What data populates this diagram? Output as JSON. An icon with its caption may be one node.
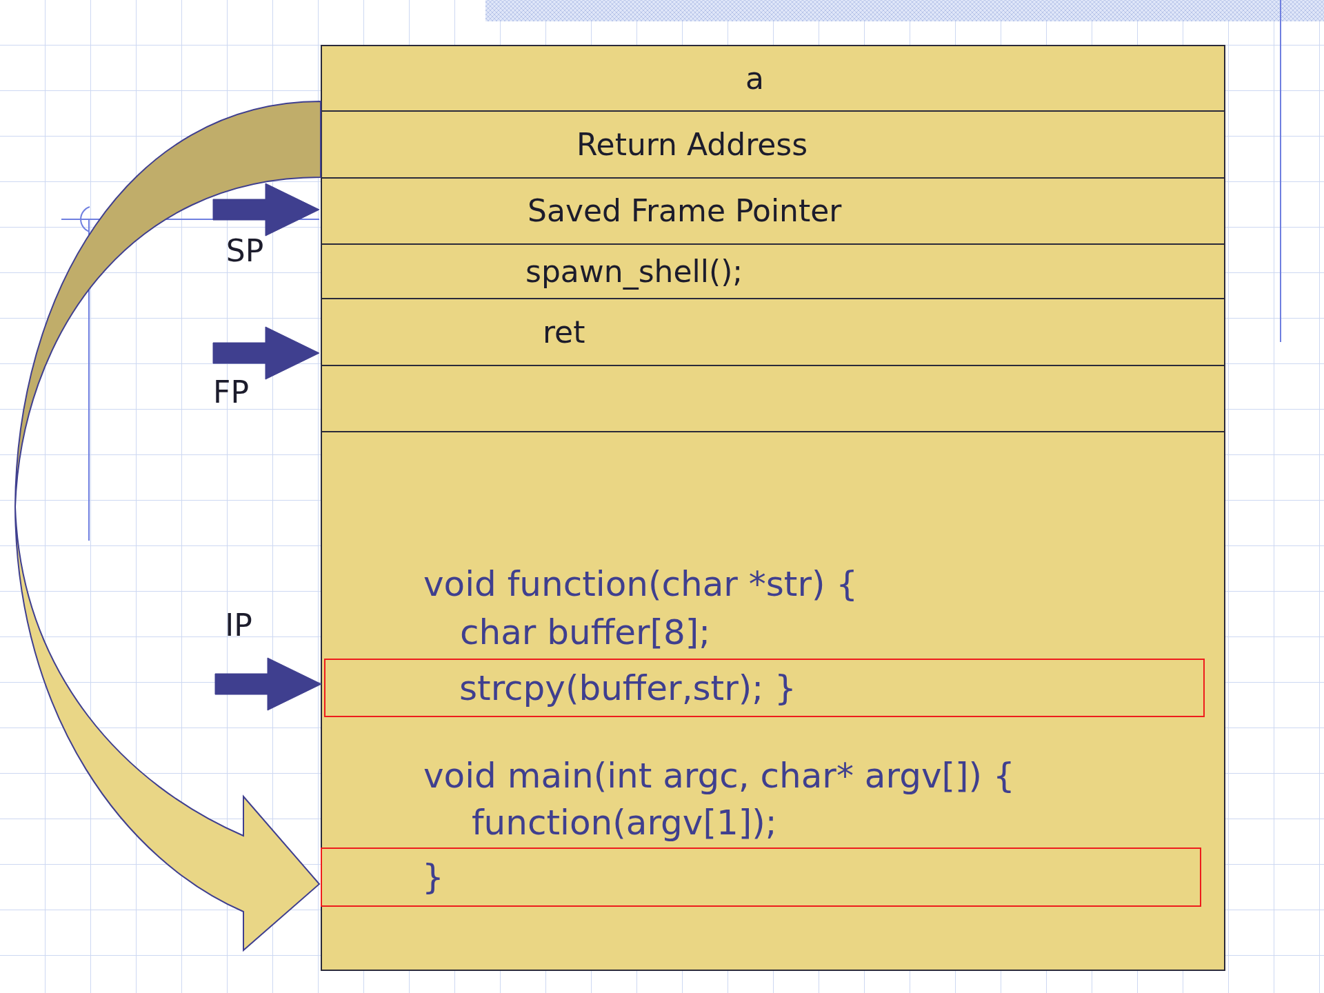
{
  "diagram": {
    "nodes": [
      {
        "text": [
          "void function(char *str) {",
          "char buffer[8];",
          "void main(int argc, char* argv[]) {",
          "function(argv[1]);"
        ]
      },
      {
        "text": [
          "a"
        ],
        "in": 0
      },
      {
        "text": [
          "Return Address"
        ],
        "in": 0
      },
      {
        "text": [
          "Saved Frame Pointer"
        ],
        "in": 0
      },
      {
        "text": [
          "spawn_shell();"
        ],
        "in": 0
      },
      {
        "text": [
          "ret"
        ],
        "in": 0
      },
      {
        "text": [],
        "shape": "box",
        "in": 0
      },
      {
        "text": [
          "strcpy(buffer,str); }"
        ],
        "in": 0
      },
      {
        "text": [
          "}"
        ],
        "in": 0
      }
    ],
    "edges": [
      {
        "from": null,
        "to": 3,
        "arrow": "to",
        "style": "thick"
      },
      {
        "from": null,
        "to": 5,
        "arrow": "to",
        "style": "thick"
      },
      {
        "from": null,
        "to": 7,
        "arrow": "to",
        "style": "thick"
      },
      {
        "from": 2,
        "to": 8,
        "arrow": "to",
        "style": "thick",
        "color": "#e9d686"
      }
    ],
    "labels": [
      "SP",
      "FP",
      "IP"
    ]
  }
}
